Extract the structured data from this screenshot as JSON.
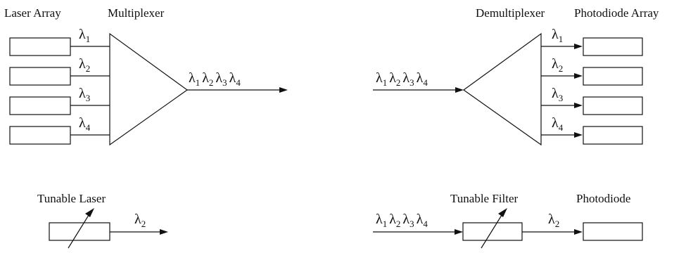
{
  "labels": {
    "laser_array": "Laser Array",
    "multiplexer": "Multiplexer",
    "demultiplexer": "Demultiplexer",
    "photodiode_array": "Photodiode Array",
    "tunable_laser": "Tunable Laser",
    "tunable_filter": "Tunable Filter",
    "photodiode": "Photodiode"
  },
  "symbol": "λ",
  "channels": [
    "1",
    "2",
    "3",
    "4"
  ],
  "tunable_laser_channel": "2",
  "tunable_filter_channel": "2"
}
